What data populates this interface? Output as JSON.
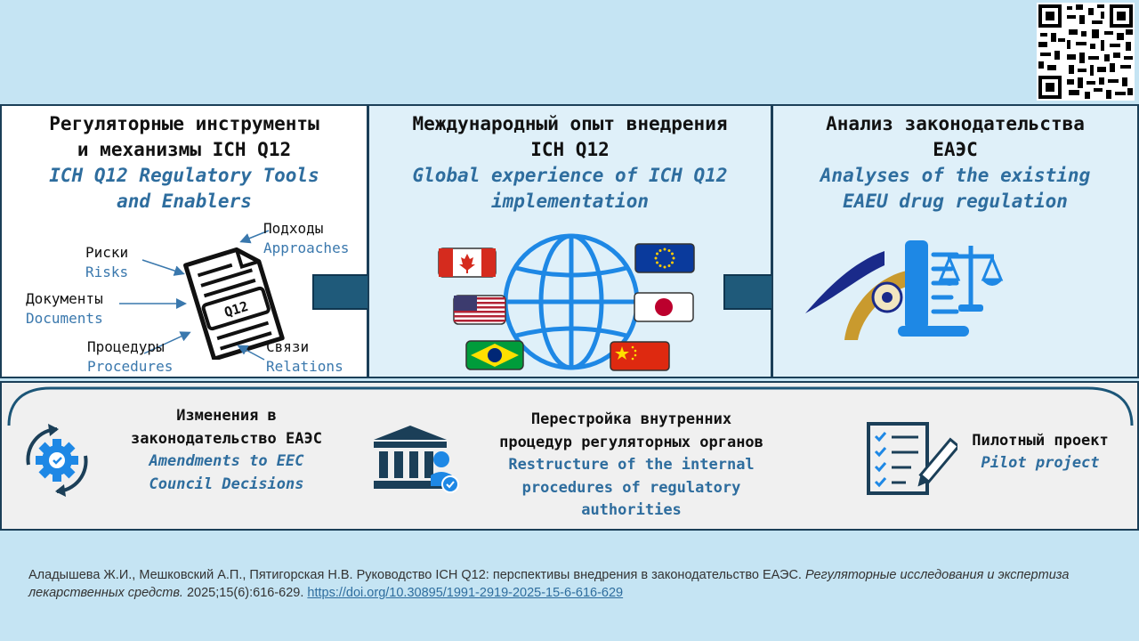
{
  "panels": [
    {
      "title_ru": [
        "Регуляторные инструменты",
        "и механизмы ICH Q12"
      ],
      "title_en": [
        "ICH Q12 Regulatory Tools",
        "and Enablers"
      ],
      "document_tag": "Q12",
      "labels": [
        {
          "ru": "Подходы",
          "en": "Approaches"
        },
        {
          "ru": "Риски",
          "en": "Risks"
        },
        {
          "ru": "Документы",
          "en": "Documents"
        },
        {
          "ru": "Процедуры",
          "en": "Procedures"
        },
        {
          "ru": "Связи",
          "en": "Relations"
        }
      ]
    },
    {
      "title_ru": [
        "Международный опыт внедрения",
        "ICH Q12"
      ],
      "title_en": [
        "Global experience of ICH Q12",
        "implementation"
      ],
      "flags": [
        "canada-flag",
        "usa-flag",
        "brazil-flag",
        "eu-flag",
        "japan-flag",
        "china-flag"
      ]
    },
    {
      "title_ru": [
        "Анализ законодательства",
        "ЕАЭС"
      ],
      "title_en": [
        "Analyses of the existing",
        "EAEU drug regulation"
      ]
    }
  ],
  "bottom": [
    {
      "ru": [
        "Изменения в",
        "законодательство ЕАЭС"
      ],
      "en": [
        "Amendments to EEC",
        "Council Decisions"
      ]
    },
    {
      "ru": [
        "Перестройка внутренних",
        "процедур регуляторных органов"
      ],
      "en": [
        "Restructure of the internal",
        "procedures of regulatory",
        "authorities"
      ]
    },
    {
      "ru": [
        "Пилотный проект"
      ],
      "en": [
        "Pilot project"
      ]
    }
  ],
  "citation": {
    "authors": "Аладышева Ж.И., Мешковский А.П., Пятигорская Н.В. Руководство ICH Q12: перспективы внедрения в законодательство ЕАЭС.",
    "journal": "Регуляторные исследования и экспертиза лекарственных средств.",
    "details": "2025;15(6):616-629.",
    "doi": "https://doi.org/10.30895/1991-2919-2025-15-6-616-629"
  },
  "colors": {
    "background": "#c5e4f3",
    "navy": "#1b3f58",
    "accent_blue": "#2e6d9e",
    "globe": "#1e88e5"
  }
}
